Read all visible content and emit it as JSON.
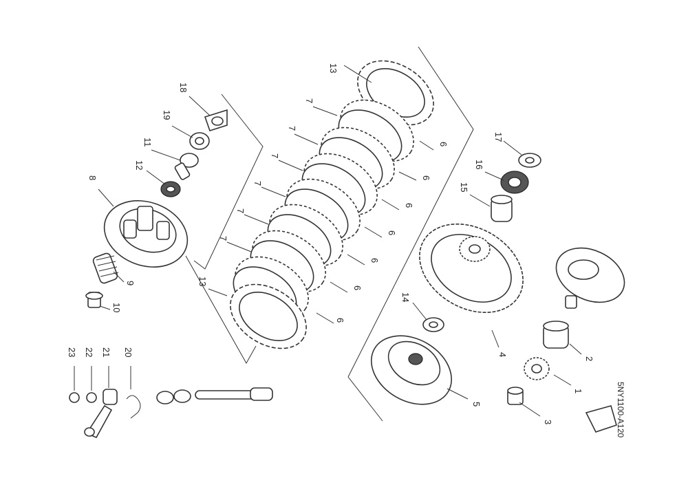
{
  "drawing_code": "5NY1100-A120",
  "callouts": [
    {
      "id": "c1",
      "text": "1"
    },
    {
      "id": "c2",
      "text": "2"
    },
    {
      "id": "c3",
      "text": "3"
    },
    {
      "id": "c4",
      "text": "4"
    },
    {
      "id": "c5",
      "text": "5"
    },
    {
      "id": "c6a",
      "text": "6"
    },
    {
      "id": "c6b",
      "text": "6"
    },
    {
      "id": "c6c",
      "text": "6"
    },
    {
      "id": "c6d",
      "text": "6"
    },
    {
      "id": "c6e",
      "text": "6"
    },
    {
      "id": "c6f",
      "text": "6"
    },
    {
      "id": "c6g",
      "text": "6"
    },
    {
      "id": "c7a",
      "text": "7"
    },
    {
      "id": "c7b",
      "text": "7"
    },
    {
      "id": "c7c",
      "text": "7"
    },
    {
      "id": "c7d",
      "text": "7"
    },
    {
      "id": "c7e",
      "text": "7"
    },
    {
      "id": "c7f",
      "text": "7"
    },
    {
      "id": "c8",
      "text": "8"
    },
    {
      "id": "c9",
      "text": "9"
    },
    {
      "id": "c10",
      "text": "10"
    },
    {
      "id": "c11",
      "text": "11"
    },
    {
      "id": "c12",
      "text": "12"
    },
    {
      "id": "c13a",
      "text": "13"
    },
    {
      "id": "c13b",
      "text": "13"
    },
    {
      "id": "c14",
      "text": "14"
    },
    {
      "id": "c15",
      "text": "15"
    },
    {
      "id": "c16",
      "text": "16"
    },
    {
      "id": "c17",
      "text": "17"
    },
    {
      "id": "c18",
      "text": "18"
    },
    {
      "id": "c19",
      "text": "19"
    },
    {
      "id": "c20",
      "text": "20"
    },
    {
      "id": "c21",
      "text": "21"
    },
    {
      "id": "c22",
      "text": "22"
    },
    {
      "id": "c23",
      "text": "23"
    }
  ]
}
